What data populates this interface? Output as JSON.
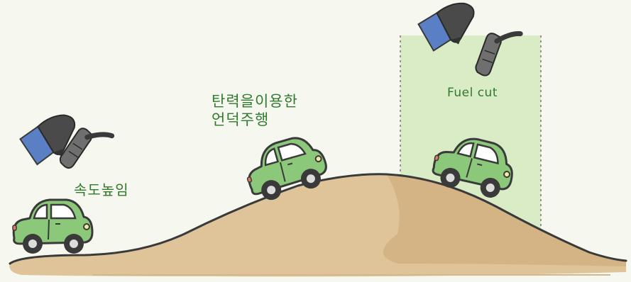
{
  "labels": {
    "speed_up": "속도높임",
    "elastic_climb_line1": "탄력을이용한",
    "elastic_climb_line2": "언덕주행",
    "fuel_cut": "Fuel cut"
  },
  "colors": {
    "background": "#f6f7ee",
    "ground": "#dfc49a",
    "ground_shade": "#cfae7c",
    "car_body": "#8cc87a",
    "car_outline": "#3a3a3a",
    "fuel_cut_zone": "#cfe8b8",
    "label_text": "#2f7a2c",
    "shoe": "#5b7fc4",
    "pedal": "#6f6f6f"
  },
  "icons": [
    "car-icon",
    "foot-on-pedal-icon",
    "foot-off-pedal-icon"
  ]
}
